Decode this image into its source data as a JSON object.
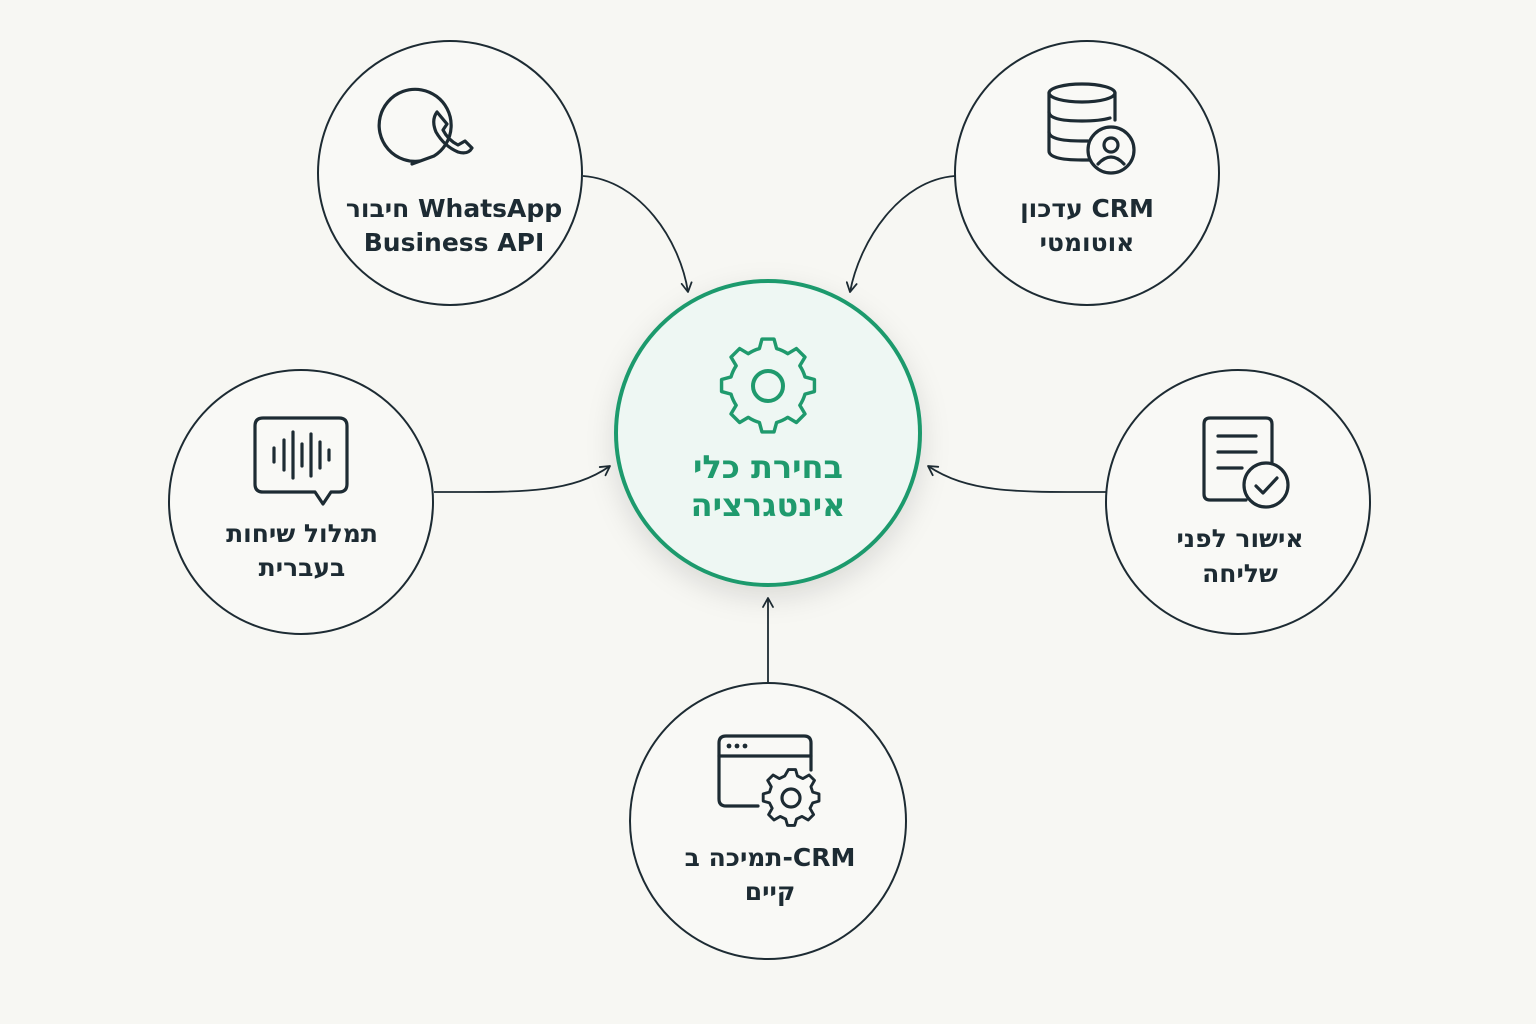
{
  "colors": {
    "background": "#f7f7f3",
    "line": "#1d2b33",
    "accent": "#1f9a6d",
    "center_fill": "#eef7f3"
  },
  "center": {
    "icon": "gear-icon",
    "line1": "בחירת כלי",
    "line2": "אינטגרציה"
  },
  "nodes": {
    "whatsapp": {
      "icon": "whatsapp-icon",
      "line1": "חיבור WhatsApp",
      "line2": "Business API"
    },
    "crm_update": {
      "icon": "database-user-icon",
      "line1": "עדכון CRM",
      "line2": "אוטומטי"
    },
    "transcription": {
      "icon": "voice-message-icon",
      "line1": "תמלול שיחות",
      "line2": "בעברית"
    },
    "approval": {
      "icon": "document-check-icon",
      "line1": "אישור לפני",
      "line2": "שליחה"
    },
    "crm_support": {
      "icon": "browser-gear-icon",
      "line1": "תמיכה ב-CRM",
      "line2": "קיים"
    }
  }
}
